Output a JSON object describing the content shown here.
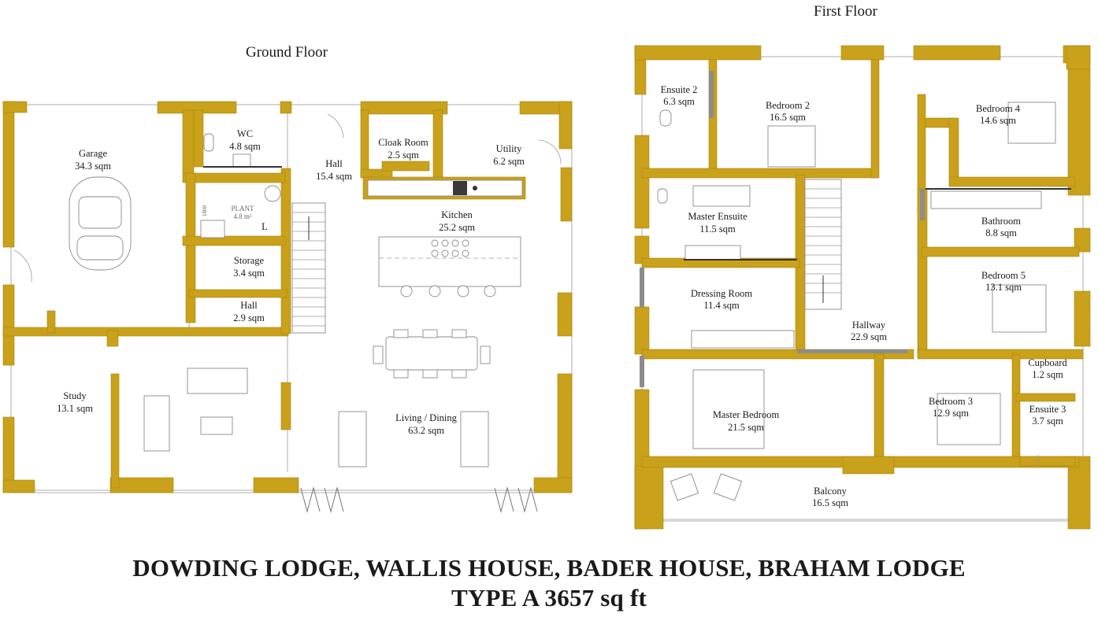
{
  "floors": {
    "ground": {
      "title": "Ground Floor",
      "rooms": {
        "garage": {
          "name": "Garage",
          "area": "34.3 sqm"
        },
        "wc": {
          "name": "WC",
          "area": "4.8 sqm"
        },
        "plant": {
          "name": "PLANT",
          "area": "4.8 m²"
        },
        "hall_main": {
          "name": "Hall",
          "area": "15.4 sqm"
        },
        "cloak": {
          "name": "Cloak Room",
          "area": "2.5 sqm"
        },
        "utility": {
          "name": "Utility",
          "area": "6.2 sqm"
        },
        "kitchen": {
          "name": "Kitchen",
          "area": "25.2  sqm"
        },
        "storage": {
          "name": "Storage",
          "area": "3.4 sqm"
        },
        "hall_small": {
          "name": "Hall",
          "area": "2.9 sqm"
        },
        "study": {
          "name": "Study",
          "area": "13.1 sqm"
        },
        "living": {
          "name": "Living / Dining",
          "area": "63.2 sqm"
        }
      },
      "markers": {
        "plant_l": "L",
        "plant_dim": "1800"
      }
    },
    "first": {
      "title": "First Floor",
      "rooms": {
        "ensuite2": {
          "name": "Ensuite 2",
          "area": "6.3 sqm"
        },
        "bedroom2": {
          "name": "Bedroom 2",
          "area": "16.5 sqm"
        },
        "bedroom4": {
          "name": "Bedroom 4",
          "area": "14.6  sqm"
        },
        "master_ensuite": {
          "name": "Master Ensuite",
          "area": "11.5 sqm"
        },
        "bathroom": {
          "name": "Bathroom",
          "area": "8.8 sqm"
        },
        "dressing": {
          "name": "Dressing Room",
          "area": "11.4 sqm"
        },
        "bedroom5": {
          "name": "Bedroom 5",
          "area": "13.1 sqm"
        },
        "hallway": {
          "name": "Hallway",
          "area": "22.9 sqm"
        },
        "cupboard": {
          "name": "Cupboard",
          "area": "1.2 sqm"
        },
        "master_bed": {
          "name": "Master Bedroom",
          "area": "21.5 sqm"
        },
        "bedroom3": {
          "name": "Bedroom 3",
          "area": "12.9 sqm"
        },
        "ensuite3": {
          "name": "Ensuite 3",
          "area": "3.7 sqm"
        },
        "balcony": {
          "name": "Balcony",
          "area": "16.5 sqm"
        }
      }
    }
  },
  "footer": {
    "line1": "DOWDING LODGE, WALLIS HOUSE, BADER HOUSE, BRAHAM LODGE",
    "line2": "TYPE A 3657 sq ft"
  },
  "colors": {
    "wall": "#c9a11a",
    "text": "#1a1a1a"
  }
}
